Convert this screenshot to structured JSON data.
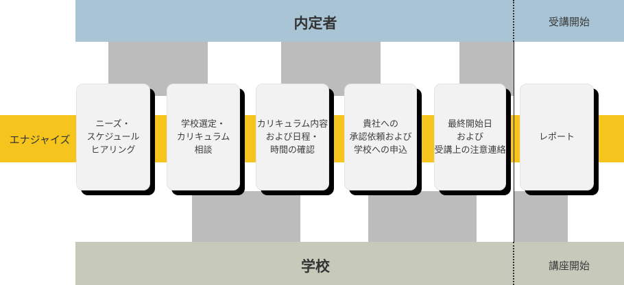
{
  "diagram": {
    "top_lane": {
      "label": "内定者",
      "phase_label": "受講開始"
    },
    "left_actor": {
      "label": "エナジャイズ"
    },
    "bottom_lane": {
      "label": "学校",
      "phase_label": "講座開始"
    },
    "steps": [
      {
        "lines": [
          "ニーズ・",
          "スケジュール",
          "ヒアリング"
        ]
      },
      {
        "lines": [
          "学校選定・",
          "カリキュラム",
          "相談"
        ]
      },
      {
        "lines": [
          "カリキュラム内容",
          "および日程・",
          "時間の確認"
        ]
      },
      {
        "lines": [
          "貴社への",
          "承認依頼および",
          "学校への申込"
        ]
      },
      {
        "lines": [
          "最終開始日",
          "および",
          "受講上の注意連絡"
        ]
      },
      {
        "lines": [
          "レポート"
        ]
      }
    ],
    "colors": {
      "top_lane_bg": "#a9c5d5",
      "middle_band_bg": "#f5c41d",
      "bottom_lane_bg": "#c7c9ba",
      "connector": "#bcbcbc",
      "card_bg": "#f2f2f2",
      "card_shadow": "#000000",
      "divider_line": "#1b1b1b",
      "text": "#3c3c3c"
    }
  }
}
